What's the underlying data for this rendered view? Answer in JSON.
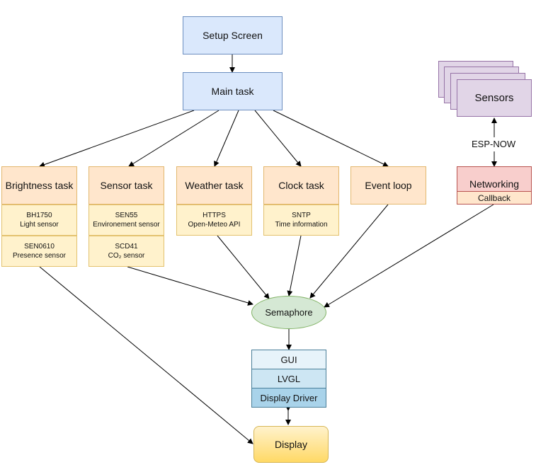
{
  "nodes": {
    "setup": "Setup Screen",
    "main": "Main task",
    "brightness": "Brightness task",
    "sensor_task": "Sensor task",
    "weather": "Weather task",
    "clock": "Clock task",
    "event_loop": "Event loop",
    "networking": "Networking",
    "callback": "Callback",
    "sensors": "Sensors",
    "esp_now": "ESP-NOW",
    "semaphore": "Semaphore",
    "gui": "GUI",
    "lvgl": "LVGL",
    "display_driver": "Display Driver",
    "display": "Display"
  },
  "details": {
    "bh1750": [
      "BH1750",
      "Light sensor"
    ],
    "sen0610": [
      "SEN0610",
      "Presence sensor"
    ],
    "sen55": [
      "SEN55",
      "Environement sensor"
    ],
    "scd41": [
      "SCD41",
      "CO₂ sensor"
    ],
    "https": [
      "HTTPS",
      "Open-Meteo API"
    ],
    "sntp": [
      "SNTP",
      "Time information"
    ]
  },
  "colors": {
    "task_blue": "#dae8fc",
    "task_orange": "#ffe6cc",
    "detail_yellow": "#fff2cc",
    "sensors_purple": "#e1d5e7",
    "network_red": "#f8cecc",
    "semaphore_green": "#d5e8d4",
    "display_yellow": "#ffd966"
  }
}
